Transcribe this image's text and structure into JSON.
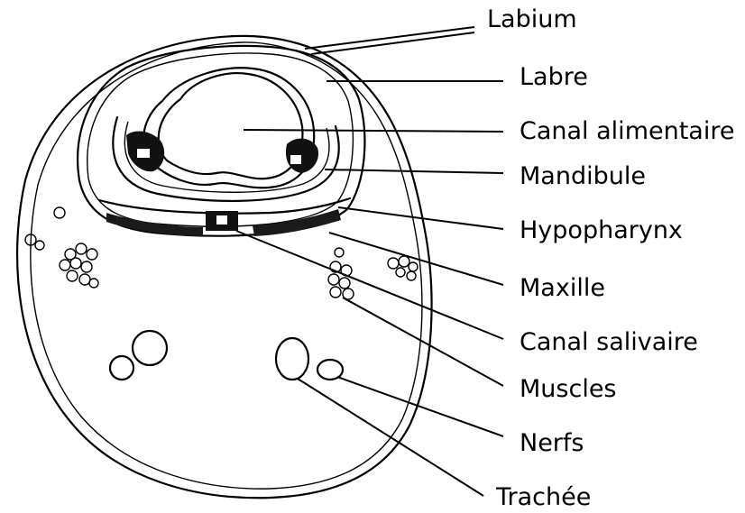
{
  "diagram": {
    "labels": [
      {
        "id": "labium",
        "text": "Labium"
      },
      {
        "id": "labre",
        "text": "Labre"
      },
      {
        "id": "canal-alimentaire",
        "text": "Canal alimentaire"
      },
      {
        "id": "mandibule",
        "text": "Mandibule"
      },
      {
        "id": "hypopharynx",
        "text": "Hypopharynx"
      },
      {
        "id": "maxille",
        "text": "Maxille"
      },
      {
        "id": "canal-salivaire",
        "text": "Canal salivaire"
      },
      {
        "id": "muscles",
        "text": "Muscles"
      },
      {
        "id": "nerfs",
        "text": "Nerfs"
      },
      {
        "id": "trachee",
        "text": "Trachée"
      }
    ]
  }
}
